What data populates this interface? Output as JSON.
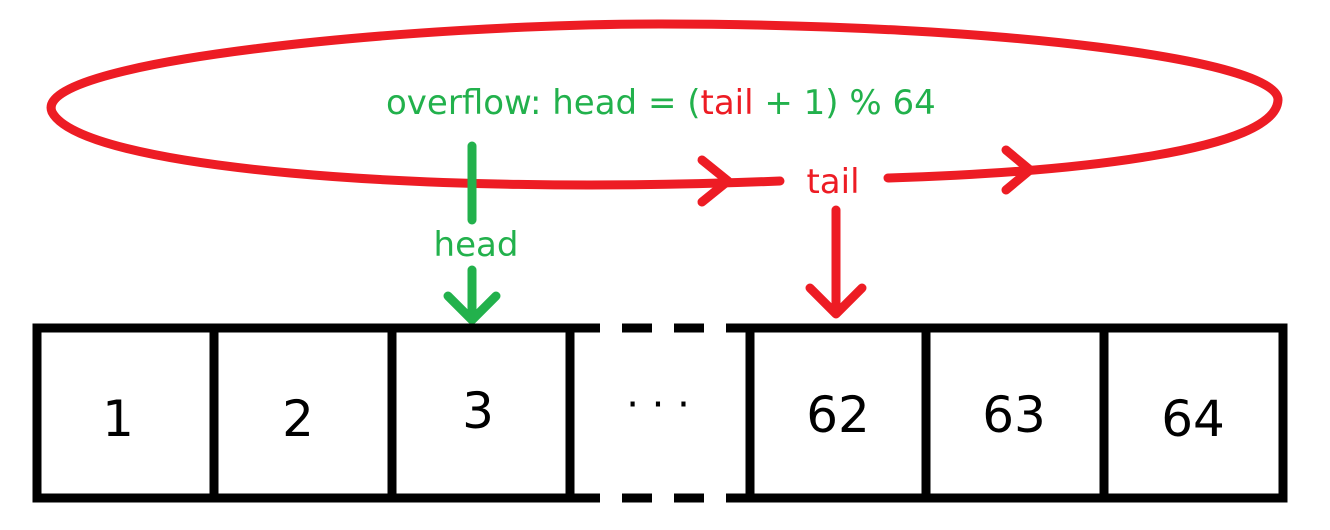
{
  "formula": {
    "prefix": "overflow: head = (",
    "tail_word": "tail",
    "suffix": " + 1) % 64"
  },
  "head_label": "head",
  "tail_label": "tail",
  "ellipsis": "· · ·",
  "cells": [
    "1",
    "2",
    "3",
    "62",
    "63",
    "64"
  ],
  "colors": {
    "green": "#22b14c",
    "red": "#ed1c24",
    "black": "#000000"
  }
}
